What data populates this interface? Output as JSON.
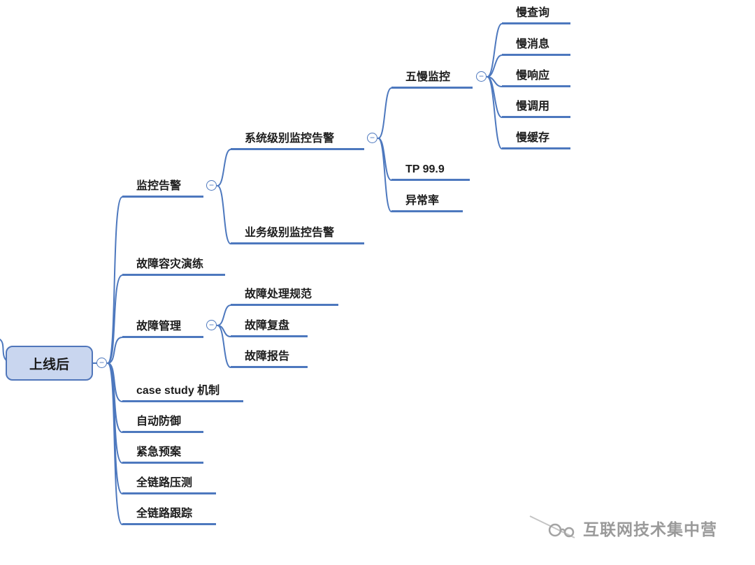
{
  "mindmap": {
    "root": {
      "label": "上线后"
    },
    "collapse_glyph": "−",
    "nodes": {
      "monitor": {
        "label": "监控告警"
      },
      "sys_alert": {
        "label": "系统级别监控告警"
      },
      "biz_alert": {
        "label": "业务级别监控告警"
      },
      "five_slow": {
        "label": "五慢监控"
      },
      "slow_query": {
        "label": "慢查询"
      },
      "slow_msg": {
        "label": "慢消息"
      },
      "slow_resp": {
        "label": "慢响应"
      },
      "slow_call": {
        "label": "慢调用"
      },
      "slow_cache": {
        "label": "慢缓存"
      },
      "tp999": {
        "label": "TP 99.9"
      },
      "error_rate": {
        "label": "异常率"
      },
      "drill": {
        "label": "故障容灾演练"
      },
      "fault_mgmt": {
        "label": "故障管理"
      },
      "fault_spec": {
        "label": "故障处理规范"
      },
      "fault_review": {
        "label": "故障复盘"
      },
      "fault_report": {
        "label": "故障报告"
      },
      "case_study": {
        "label": "case study 机制"
      },
      "auto_defense": {
        "label": "自动防御"
      },
      "emergency": {
        "label": "紧急预案"
      },
      "stress_test": {
        "label": "全链路压测"
      },
      "trace": {
        "label": "全链路跟踪"
      }
    },
    "hierarchy": {
      "root": [
        "monitor",
        "drill",
        "fault_mgmt",
        "case_study",
        "auto_defense",
        "emergency",
        "stress_test",
        "trace"
      ],
      "monitor": [
        "sys_alert",
        "biz_alert"
      ],
      "sys_alert": [
        "five_slow",
        "tp999",
        "error_rate"
      ],
      "five_slow": [
        "slow_query",
        "slow_msg",
        "slow_resp",
        "slow_call",
        "slow_cache"
      ],
      "fault_mgmt": [
        "fault_spec",
        "fault_review",
        "fault_report"
      ]
    },
    "colors": {
      "line": "#4d78be",
      "root_fill": "#c9d6ef",
      "root_border": "#5076ba",
      "text": "#1c1c1c"
    }
  },
  "watermark": {
    "text": "互联网技术集中营"
  }
}
